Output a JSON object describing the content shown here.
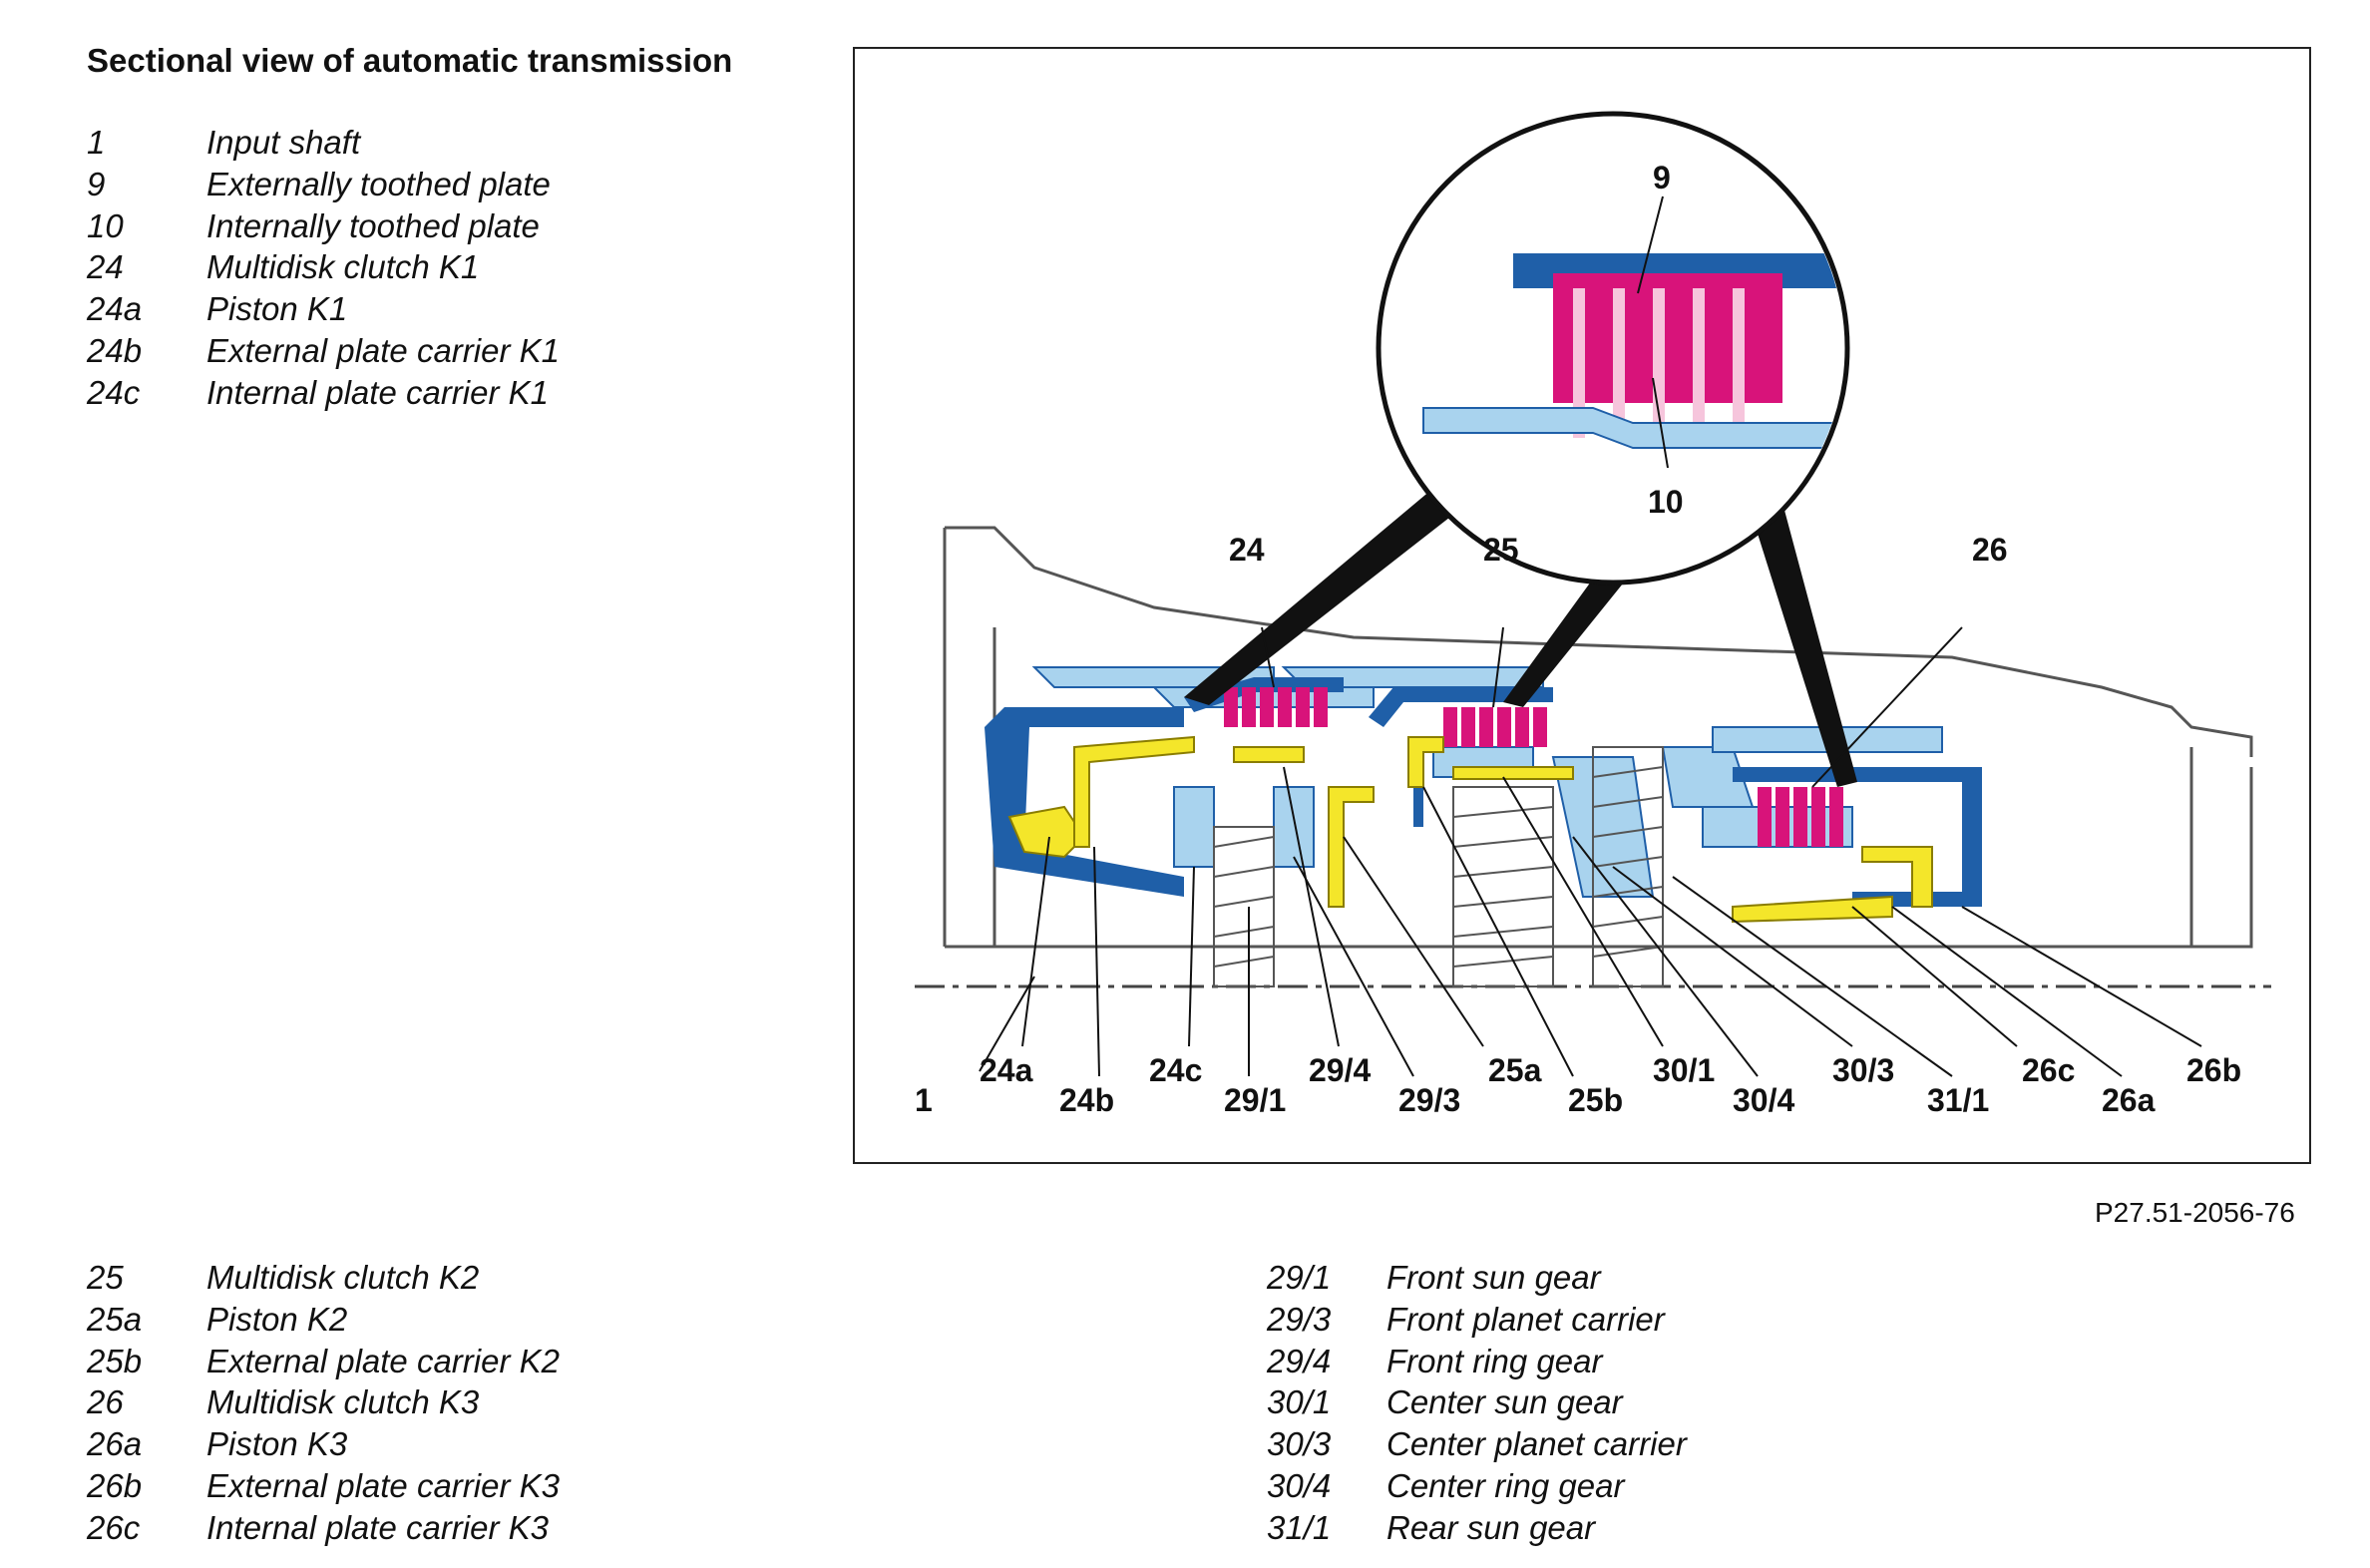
{
  "title": "Sectional view of automatic transmission",
  "figure_ref": "P27.51-2056-76",
  "legend_top": [
    {
      "num": "1",
      "text": "Input shaft"
    },
    {
      "num": "9",
      "text": "Externally toothed plate"
    },
    {
      "num": "10",
      "text": "Internally toothed plate"
    },
    {
      "num": "24",
      "text": "Multidisk clutch K1"
    },
    {
      "num": "24a",
      "text": "Piston K1"
    },
    {
      "num": "24b",
      "text": "External plate carrier K1"
    },
    {
      "num": "24c",
      "text": "Internal plate carrier K1"
    }
  ],
  "legend_bottom_left": [
    {
      "num": "25",
      "text": "Multidisk clutch K2"
    },
    {
      "num": "25a",
      "text": "Piston K2"
    },
    {
      "num": "25b",
      "text": "External plate carrier K2"
    },
    {
      "num": "26",
      "text": "Multidisk clutch K3"
    },
    {
      "num": "26a",
      "text": "Piston K3"
    },
    {
      "num": "26b",
      "text": "External plate carrier K3"
    },
    {
      "num": "26c",
      "text": "Internal plate carrier K3"
    }
  ],
  "legend_bottom_right": [
    {
      "num": "29/1",
      "text": "Front sun gear"
    },
    {
      "num": "29/3",
      "text": "Front planet carrier"
    },
    {
      "num": "29/4",
      "text": "Front ring gear"
    },
    {
      "num": "30/1",
      "text": "Center sun gear"
    },
    {
      "num": "30/3",
      "text": "Center planet carrier"
    },
    {
      "num": "30/4",
      "text": "Center ring gear"
    },
    {
      "num": "31/1",
      "text": "Rear sun gear"
    }
  ],
  "diagram_labels": {
    "l_9": "9",
    "l_10": "10",
    "l_24": "24",
    "l_25": "25",
    "l_26": "26",
    "l_1": "1",
    "l_24a": "24a",
    "l_24b": "24b",
    "l_24c": "24c",
    "l_29_1": "29/1",
    "l_29_4": "29/4",
    "l_29_3": "29/3",
    "l_25a": "25a",
    "l_25b": "25b",
    "l_30_1": "30/1",
    "l_30_4": "30/4",
    "l_30_3": "30/3",
    "l_31_1": "31/1",
    "l_26c": "26c",
    "l_26a": "26a",
    "l_26b": "26b"
  },
  "colors": {
    "dark_blue": "#1f5fa8",
    "light_blue": "#a9d3ee",
    "magenta": "#d8137a",
    "pink": "#f6c5dc",
    "yellow": "#f4e62a",
    "line": "#333333"
  }
}
